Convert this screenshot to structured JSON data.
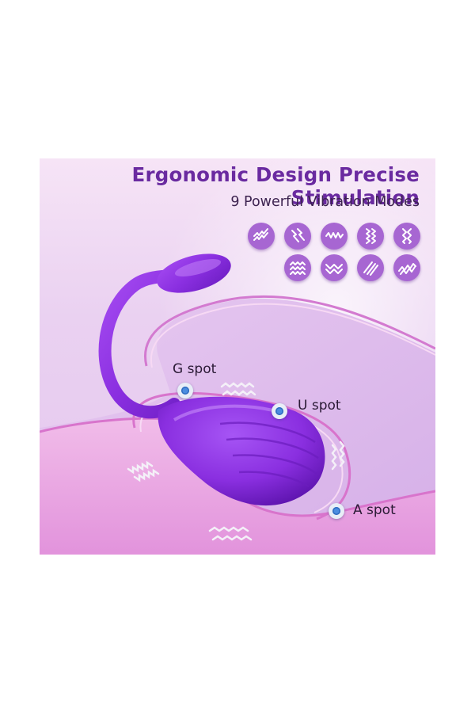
{
  "headline": "Ergonomic Design Precise Stimulation",
  "subheadline": "9 Powerful Vibration Modes",
  "vibration_modes": {
    "count": 9,
    "icon_names": [
      "zigzag-diagonal-icon",
      "lightning-bolts-icon",
      "zigzag-wave-icon",
      "double-zigzag-icon",
      "cross-zigzag-icon",
      "horizontal-zigzag-icon",
      "chevron-wave-icon",
      "diagonal-lines-icon",
      "mixed-zigzag-icon"
    ]
  },
  "spots": [
    {
      "label": "G spot"
    },
    {
      "label": "U spot"
    },
    {
      "label": "A spot"
    }
  ],
  "colors": {
    "product": "#8a2fe0",
    "title": "#6a2aa0",
    "icon_bg": "#a766d2",
    "spot_dot": "#4b8de0",
    "background_top": "#f0d8f2",
    "background_pink": "#e9a9e2"
  }
}
